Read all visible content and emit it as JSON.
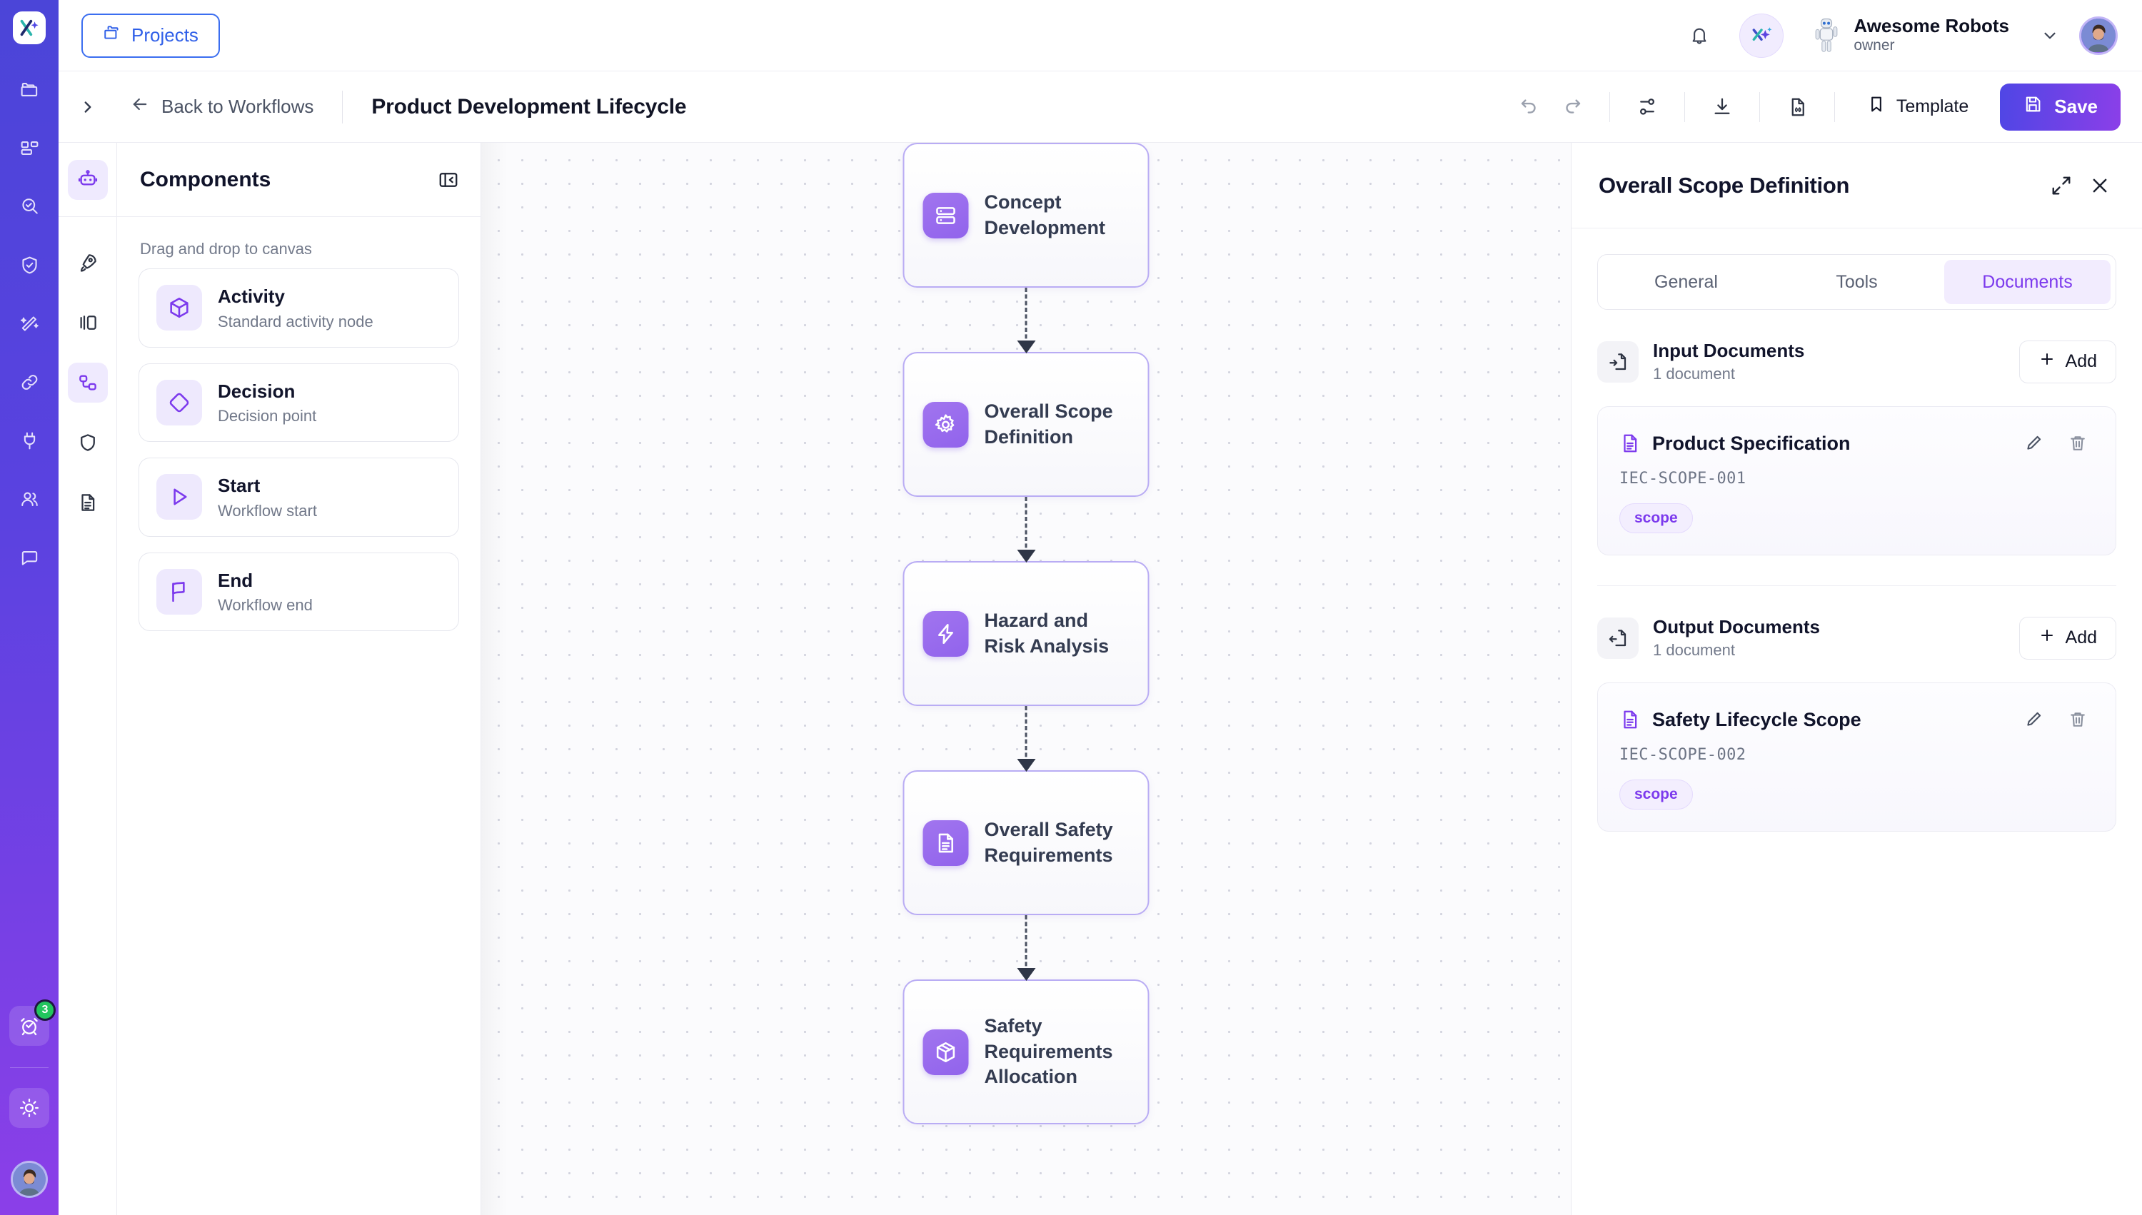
{
  "brand": {
    "accent": "#7c3aed",
    "rail_gradient_from": "#4b45d8",
    "rail_gradient_to": "#8b3fe8",
    "node_border": "#b9acf4"
  },
  "rail": {
    "logo_icon": "app-logo-icon",
    "items": [
      {
        "icon": "folders-icon",
        "name": "projects"
      },
      {
        "icon": "dashboard-icon",
        "name": "dashboard"
      },
      {
        "icon": "search-check-icon",
        "name": "review"
      },
      {
        "icon": "shield-check-icon",
        "name": "compliance"
      },
      {
        "icon": "magic-wand-icon",
        "name": "assistant"
      },
      {
        "icon": "link-icon",
        "name": "links"
      },
      {
        "icon": "plug-icon",
        "name": "integrations"
      },
      {
        "icon": "users-icon",
        "name": "team"
      },
      {
        "icon": "chat-icon",
        "name": "chat"
      }
    ],
    "alarm_badge": "3",
    "alarm_icon": "alarm-check-icon",
    "theme_icon": "sun-icon",
    "avatar": "user-avatar"
  },
  "topbar": {
    "projects_label": "Projects",
    "projects_icon": "folders-icon",
    "bell_icon": "bell-icon",
    "spark_icon": "ai-sparkle-icon",
    "org_icon": "robot-avatar",
    "org_name": "Awesome Robots",
    "org_role": "owner",
    "chevron_icon": "chevron-down-icon",
    "avatar": "user-avatar"
  },
  "subbar": {
    "panel_toggle_icon": "chevron-right-icon",
    "back_label": "Back to Workflows",
    "back_icon": "arrow-left-icon",
    "workflow_title": "Product Development Lifecycle",
    "tools": [
      {
        "name": "undo-button",
        "icon": "undo-icon"
      },
      {
        "name": "redo-button",
        "icon": "redo-icon"
      },
      {
        "name": "settings-button",
        "icon": "sliders-icon"
      },
      {
        "name": "download-button",
        "icon": "download-icon"
      },
      {
        "name": "export-code-button",
        "icon": "file-code-icon"
      }
    ],
    "template_label": "Template",
    "template_icon": "bookmark-icon",
    "save_label": "Save",
    "save_icon": "save-disk-icon"
  },
  "rail2": {
    "top_icon": "robot-icon",
    "items": [
      {
        "icon": "rocket-icon",
        "name": "deploy",
        "active": false
      },
      {
        "icon": "panels-icon",
        "name": "panels",
        "active": false
      },
      {
        "icon": "workflow-icon",
        "name": "workflows",
        "active": true
      },
      {
        "icon": "shield-icon",
        "name": "safety",
        "active": false
      },
      {
        "icon": "document-icon",
        "name": "documents",
        "active": false
      }
    ]
  },
  "components": {
    "title": "Components",
    "collapse_icon": "panel-collapse-icon",
    "hint": "Drag and drop to canvas",
    "items": [
      {
        "name": "Activity",
        "desc": "Standard activity node",
        "icon": "cube-icon"
      },
      {
        "name": "Decision",
        "desc": "Decision point",
        "icon": "diamond-icon"
      },
      {
        "name": "Start",
        "desc": "Workflow start",
        "icon": "play-icon"
      },
      {
        "name": "End",
        "desc": "Workflow end",
        "icon": "flag-icon"
      }
    ]
  },
  "canvas": {
    "nodes": [
      {
        "label": "Concept Development",
        "icon": "server-icon"
      },
      {
        "label": "Overall Scope Definition",
        "icon": "gear-icon"
      },
      {
        "label": "Hazard and Risk Analysis",
        "icon": "bolt-icon"
      },
      {
        "label": "Overall Safety Requirements",
        "icon": "file-text-icon"
      },
      {
        "label": "Safety Requirements Allocation",
        "icon": "package-icon"
      }
    ]
  },
  "inspector": {
    "title": "Overall Scope Definition",
    "expand_icon": "expand-icon",
    "close_icon": "close-icon",
    "tabs": [
      {
        "label": "General",
        "active": false
      },
      {
        "label": "Tools",
        "active": false
      },
      {
        "label": "Documents",
        "active": true
      }
    ],
    "sections": [
      {
        "title": "Input Documents",
        "count": "1 document",
        "icon": "file-input-icon",
        "add_label": "Add",
        "documents": [
          {
            "name": "Product Specification",
            "code": "IEC-SCOPE-001",
            "tag": "scope",
            "file_icon": "file-text-icon",
            "edit_icon": "pencil-icon",
            "delete_icon": "trash-icon"
          }
        ]
      },
      {
        "title": "Output Documents",
        "count": "1 document",
        "icon": "file-output-icon",
        "add_label": "Add",
        "documents": [
          {
            "name": "Safety Lifecycle Scope",
            "code": "IEC-SCOPE-002",
            "tag": "scope",
            "file_icon": "file-text-icon",
            "edit_icon": "pencil-icon",
            "delete_icon": "trash-icon"
          }
        ]
      }
    ]
  }
}
